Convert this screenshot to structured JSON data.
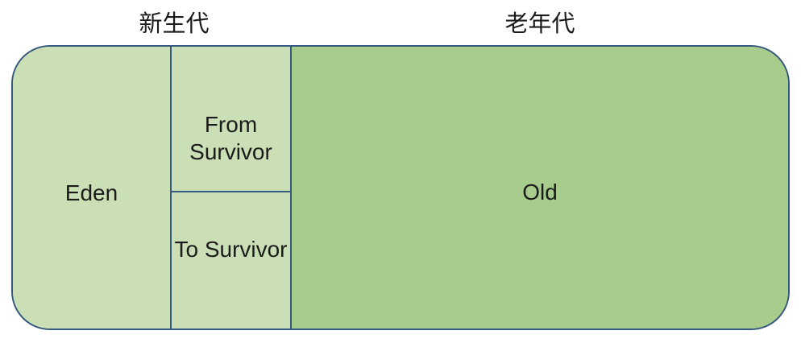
{
  "labels": {
    "young_generation": "新生代",
    "old_generation": "老年代"
  },
  "regions": {
    "eden": "Eden",
    "from_survivor": "From Survivor",
    "to_survivor": "To Survivor",
    "old": "Old"
  },
  "colors": {
    "light_green": "#cbdfb7",
    "dark_green": "#a7cc8c",
    "border_blue": "#35597e",
    "text": "#1b1b1b"
  }
}
